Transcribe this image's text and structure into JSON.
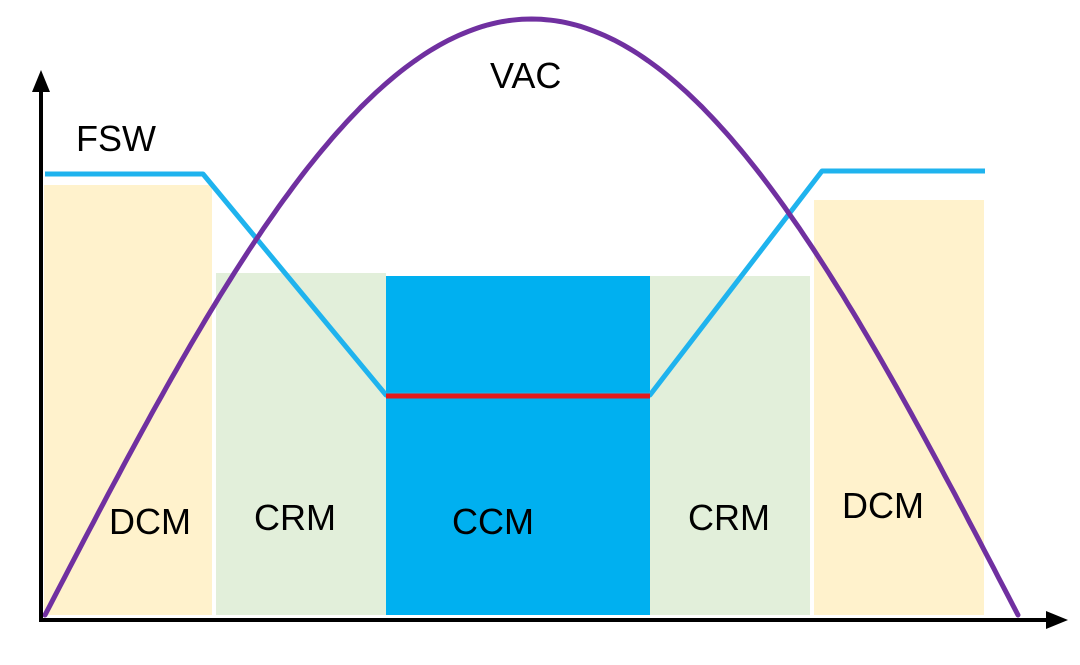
{
  "labels": {
    "fsw": "FSW",
    "vac": "VAC",
    "region_dcm_left": "DCM",
    "region_crm_left": "CRM",
    "region_ccm": "CCM",
    "region_crm_right": "CRM",
    "region_dcm_right": "DCM"
  },
  "colors": {
    "dcm": "#fff2cc",
    "crm": "#e2efda",
    "ccm": "#00b0f0",
    "fsw_line": "#1fb3ee",
    "ccm_line": "#e31a1c",
    "vac_curve": "#7030a0",
    "axis": "#000000"
  }
}
